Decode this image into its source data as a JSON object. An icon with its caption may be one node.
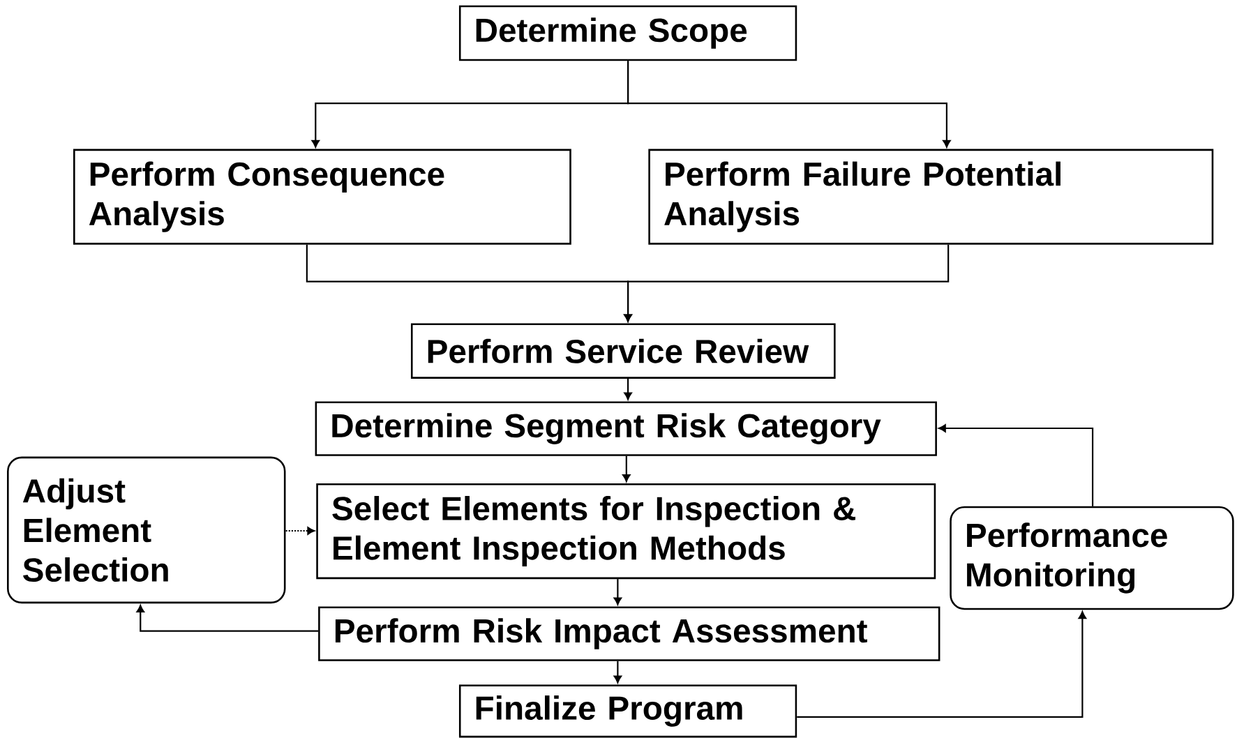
{
  "diagram": {
    "nodes": [
      {
        "text": [
          "Determine Scope"
        ]
      },
      {
        "text": [
          "Perform Consequence Analysis"
        ]
      },
      {
        "text": [
          "Perform Failure Potential Analysis"
        ]
      },
      {
        "text": [
          "Perform Service Review"
        ]
      },
      {
        "text": [
          "Determine Segment Risk Category"
        ]
      },
      {
        "text": [
          "Adjust Element Selection"
        ]
      },
      {
        "text": [
          "Select Elements for Inspection & Element Inspection Methods"
        ]
      },
      {
        "text": [
          "Performance Monitoring"
        ]
      },
      {
        "text": [
          "Perform Risk Impact Assessment"
        ]
      },
      {
        "text": [
          "Finalize Program"
        ]
      }
    ],
    "edges": [
      {
        "from": 0,
        "to": 1,
        "arrow": "to"
      },
      {
        "from": 0,
        "to": 2,
        "arrow": "to"
      },
      {
        "from": 1,
        "to": 3,
        "arrow": "to"
      },
      {
        "from": 2,
        "to": 3,
        "arrow": "to"
      },
      {
        "from": 3,
        "to": 4,
        "arrow": "to"
      },
      {
        "from": 4,
        "to": 6,
        "arrow": "to"
      },
      {
        "from": 6,
        "to": 8,
        "arrow": "to"
      },
      {
        "from": 8,
        "to": 9,
        "arrow": "to"
      },
      {
        "from": 8,
        "to": 5,
        "arrow": "to"
      },
      {
        "from": 5,
        "to": 6,
        "arrow": "to",
        "style": "dashed"
      },
      {
        "from": 9,
        "to": 7,
        "arrow": "to"
      },
      {
        "from": 7,
        "to": 4,
        "arrow": "to"
      }
    ]
  }
}
